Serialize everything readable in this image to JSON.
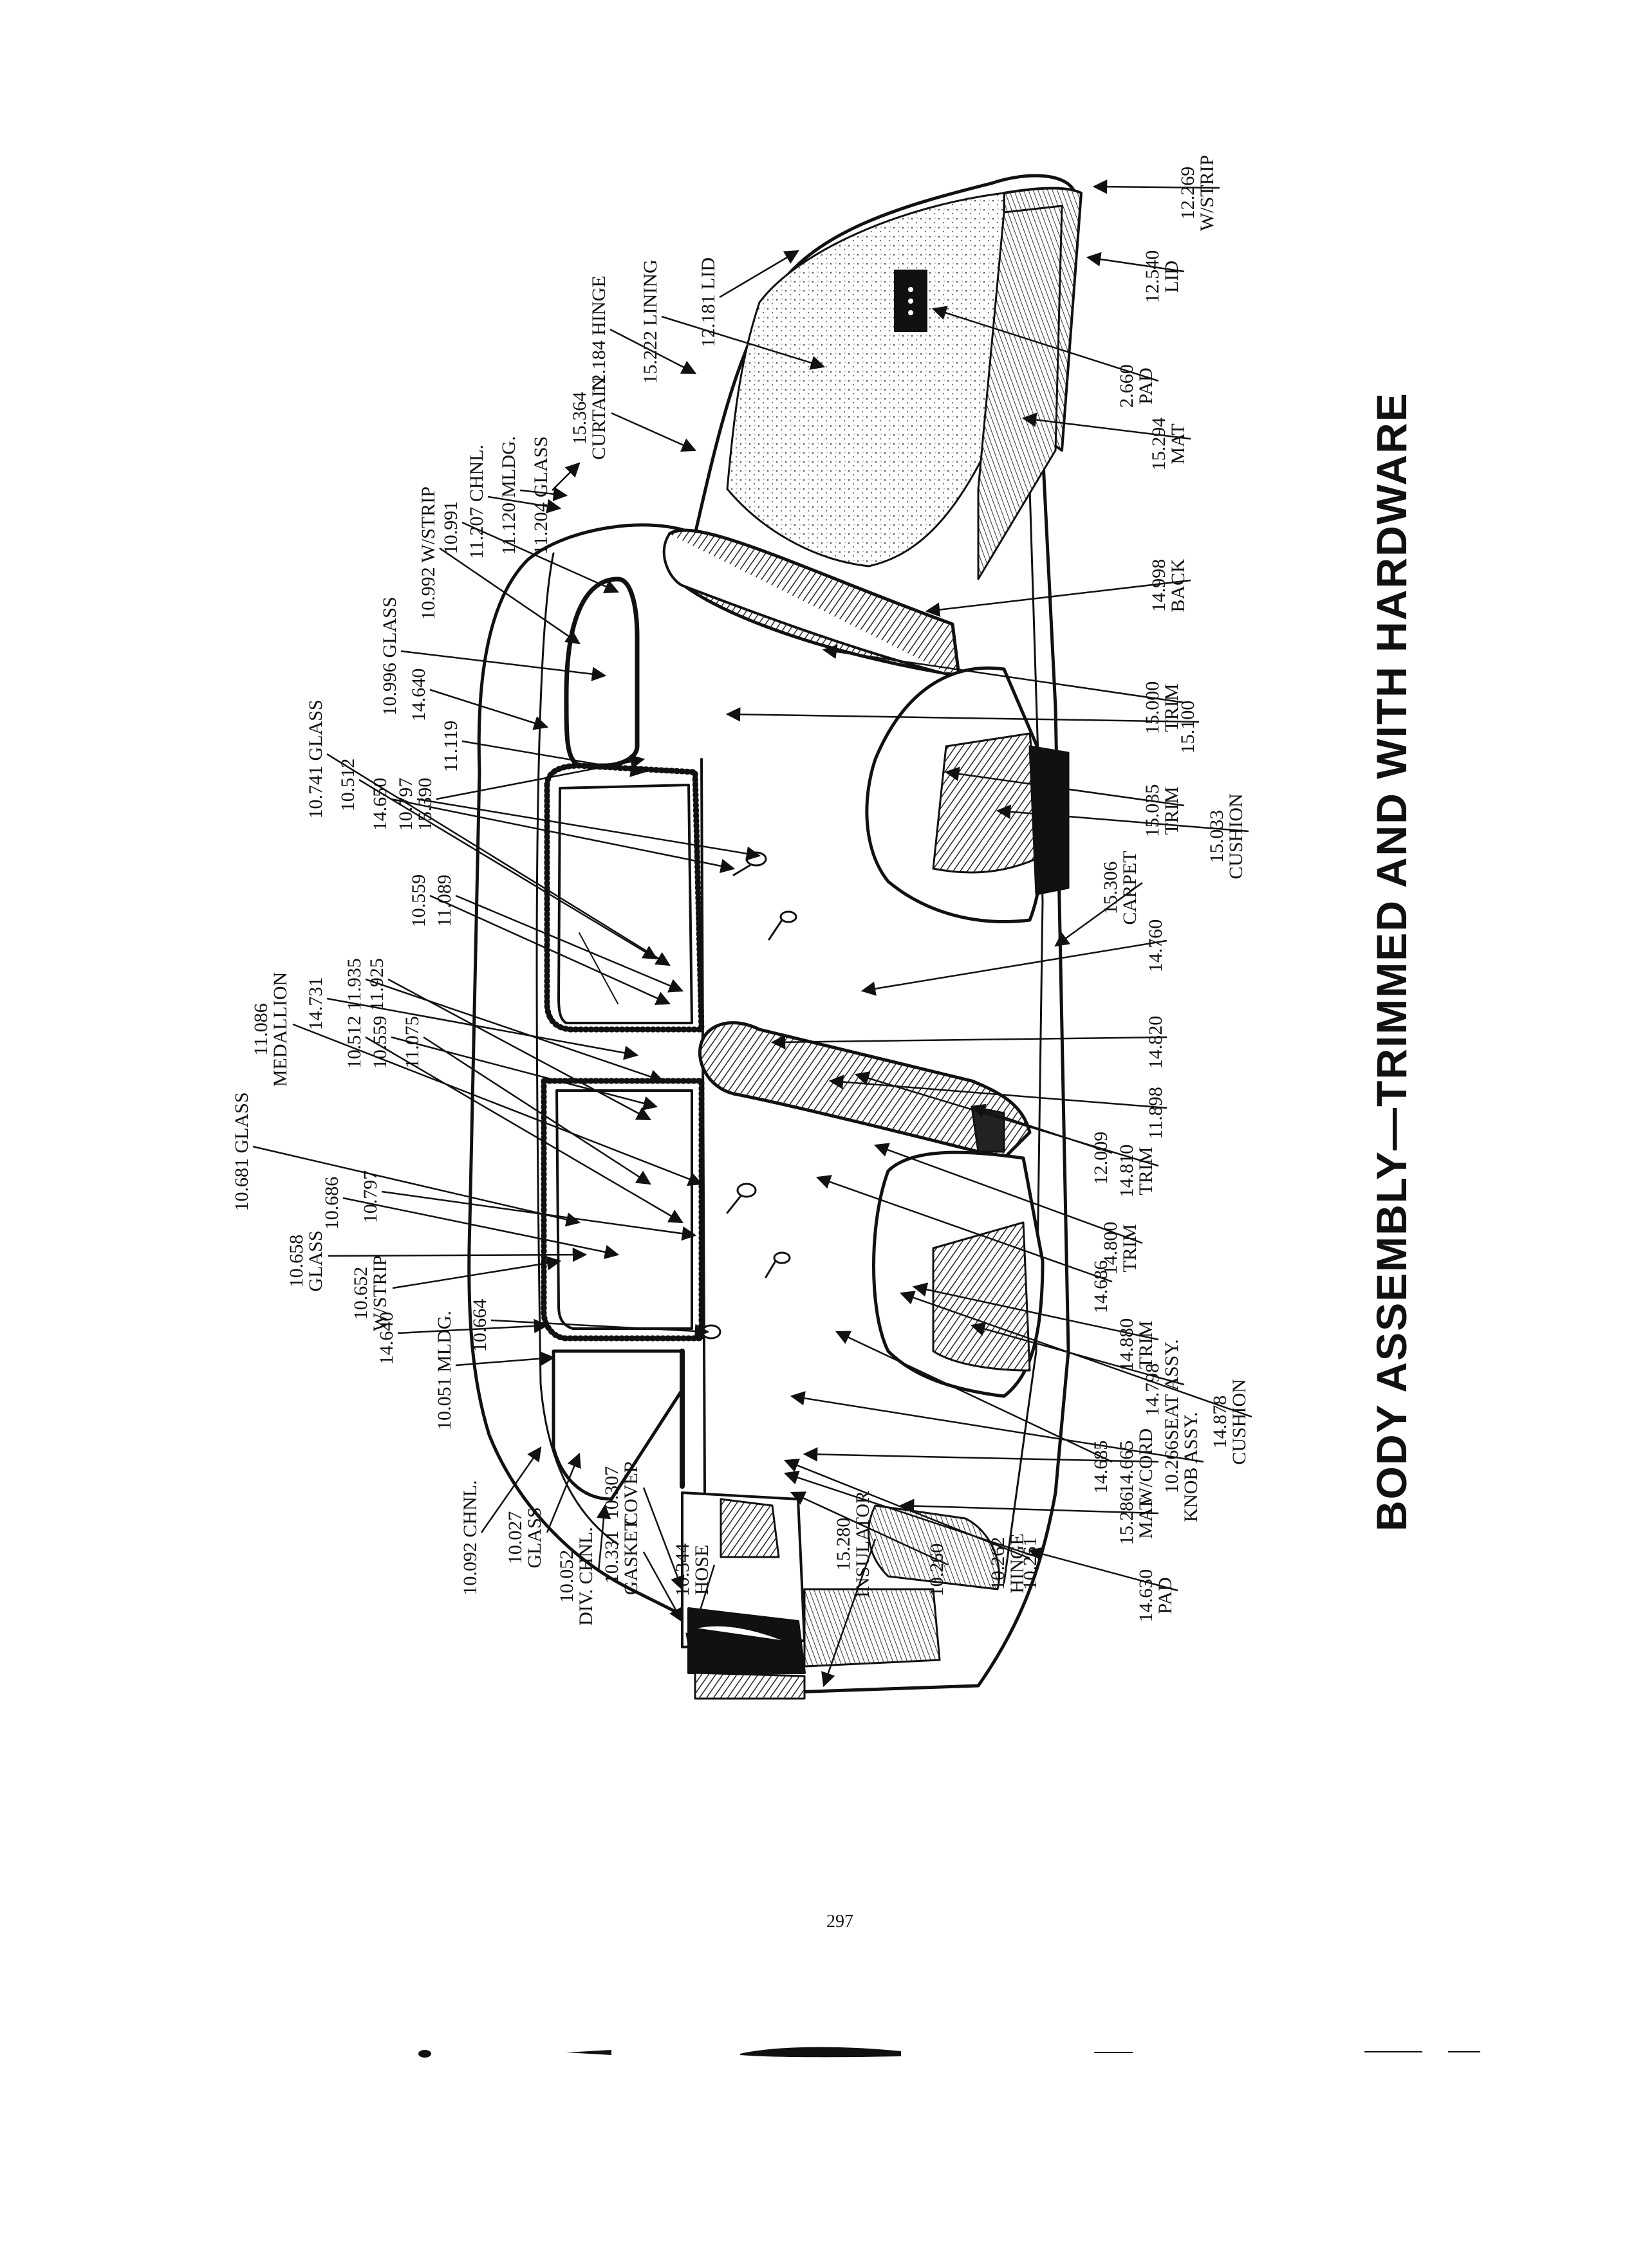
{
  "title": "BODY ASSEMBLY—TRIMMED AND WITH HARDWARE",
  "page_number": "297",
  "callouts": [
    {
      "key": "c01",
      "lines": [
        "12.269",
        "W/STRIP"
      ]
    },
    {
      "key": "c02",
      "lines": [
        "12.540",
        "LID"
      ]
    },
    {
      "key": "c03",
      "lines": [
        "2.660",
        "PAD"
      ]
    },
    {
      "key": "c04",
      "lines": [
        "15.294",
        "MAT"
      ]
    },
    {
      "key": "c05",
      "lines": [
        "14.998",
        "BACK"
      ]
    },
    {
      "key": "c06",
      "lines": [
        "15.000",
        "TRIM"
      ]
    },
    {
      "key": "c07",
      "lines": [
        "15.100"
      ]
    },
    {
      "key": "c08",
      "lines": [
        "15.035",
        "TRIM"
      ]
    },
    {
      "key": "c09",
      "lines": [
        "15.033",
        "CUSHION"
      ]
    },
    {
      "key": "c10",
      "lines": [
        "15.306",
        "CARPET"
      ]
    },
    {
      "key": "c11",
      "lines": [
        "14.760"
      ]
    },
    {
      "key": "c12",
      "lines": [
        "14.820"
      ]
    },
    {
      "key": "c13",
      "lines": [
        "11.898"
      ]
    },
    {
      "key": "c14",
      "lines": [
        "14.810",
        "TRIM"
      ]
    },
    {
      "key": "c15",
      "lines": [
        "12.009"
      ]
    },
    {
      "key": "c16",
      "lines": [
        "14.800",
        "TRIM"
      ]
    },
    {
      "key": "c17",
      "lines": [
        "14.686"
      ]
    },
    {
      "key": "c18",
      "lines": [
        "14.880",
        "TRIM"
      ]
    },
    {
      "key": "c19",
      "lines": [
        "14.798",
        "SEAT ASSY."
      ]
    },
    {
      "key": "c20",
      "lines": [
        "14.878",
        "CUSHION"
      ]
    },
    {
      "key": "c21",
      "lines": [
        "14.685"
      ]
    },
    {
      "key": "c22",
      "lines": [
        "14.665",
        "W/CORD"
      ]
    },
    {
      "key": "c23",
      "lines": [
        "10.266",
        "KNOB ASSY."
      ]
    },
    {
      "key": "c24",
      "lines": [
        "15.286",
        "MAT"
      ]
    },
    {
      "key": "c25",
      "lines": [
        "14.630",
        "PAD"
      ]
    },
    {
      "key": "c26",
      "lines": [
        "10.261"
      ]
    },
    {
      "key": "c27",
      "lines": [
        "10.262",
        "HINGE"
      ]
    },
    {
      "key": "c28",
      "lines": [
        "10.260"
      ]
    },
    {
      "key": "c29",
      "lines": [
        "15.280",
        "INSULATOR"
      ]
    },
    {
      "key": "c30",
      "lines": [
        "10.344",
        "HOSE"
      ]
    },
    {
      "key": "c31",
      "lines": [
        "10.331",
        "GASKET"
      ]
    },
    {
      "key": "c32",
      "lines": [
        "10.307",
        "COVER"
      ]
    },
    {
      "key": "c33",
      "lines": [
        "10.052",
        "DIV. CHNL."
      ]
    },
    {
      "key": "c34",
      "lines": [
        "10.027",
        "GLASS"
      ]
    },
    {
      "key": "c35",
      "lines": [
        "10.092 CHNL."
      ]
    },
    {
      "key": "c36",
      "lines": [
        "10.664"
      ]
    },
    {
      "key": "c37",
      "lines": [
        "10.051 MLDG."
      ]
    },
    {
      "key": "c38",
      "lines": [
        "14.640"
      ]
    },
    {
      "key": "c39",
      "lines": [
        "10.652",
        "W/STRIP"
      ]
    },
    {
      "key": "c40",
      "lines": [
        "10.658",
        "GLASS"
      ]
    },
    {
      "key": "c41",
      "lines": [
        "10.686"
      ]
    },
    {
      "key": "c42",
      "lines": [
        "10.797"
      ]
    },
    {
      "key": "c43",
      "lines": [
        "10.681 GLASS"
      ]
    },
    {
      "key": "c44",
      "lines": [
        "11.086",
        "MEDALLION"
      ]
    },
    {
      "key": "c45",
      "lines": [
        "10.512"
      ]
    },
    {
      "key": "c46",
      "lines": [
        "10.559"
      ]
    },
    {
      "key": "c47",
      "lines": [
        "11.075"
      ]
    },
    {
      "key": "c48",
      "lines": [
        "14.731"
      ]
    },
    {
      "key": "c49",
      "lines": [
        "11.935"
      ]
    },
    {
      "key": "c50",
      "lines": [
        "11.925"
      ]
    },
    {
      "key": "c51",
      "lines": [
        "10.559"
      ]
    },
    {
      "key": "c52",
      "lines": [
        "11.089"
      ]
    },
    {
      "key": "c53",
      "lines": [
        "10.741 GLASS"
      ]
    },
    {
      "key": "c54",
      "lines": [
        "10.512"
      ]
    },
    {
      "key": "c55",
      "lines": [
        "14.650"
      ]
    },
    {
      "key": "c56",
      "lines": [
        "10.797"
      ]
    },
    {
      "key": "c57",
      "lines": [
        "15.390"
      ]
    },
    {
      "key": "c58",
      "lines": [
        "11.119"
      ]
    },
    {
      "key": "c59",
      "lines": [
        "14.640"
      ]
    },
    {
      "key": "c60",
      "lines": [
        "10.996 GLASS"
      ]
    },
    {
      "key": "c61",
      "lines": [
        "10.991"
      ]
    },
    {
      "key": "c62",
      "lines": [
        "10.992 W/STRIP"
      ]
    },
    {
      "key": "c63",
      "lines": [
        "11.207 CHNL."
      ]
    },
    {
      "key": "c64",
      "lines": [
        "11.120 MLDG."
      ]
    },
    {
      "key": "c65",
      "lines": [
        "11.204 GLASS"
      ]
    },
    {
      "key": "c66",
      "lines": [
        "15.364",
        "CURTAIN"
      ]
    },
    {
      "key": "c67",
      "lines": [
        "12.184 HINGE"
      ]
    },
    {
      "key": "c68",
      "lines": [
        "15.222 LINING"
      ]
    },
    {
      "key": "c69",
      "lines": [
        "12.181 LID"
      ]
    }
  ]
}
